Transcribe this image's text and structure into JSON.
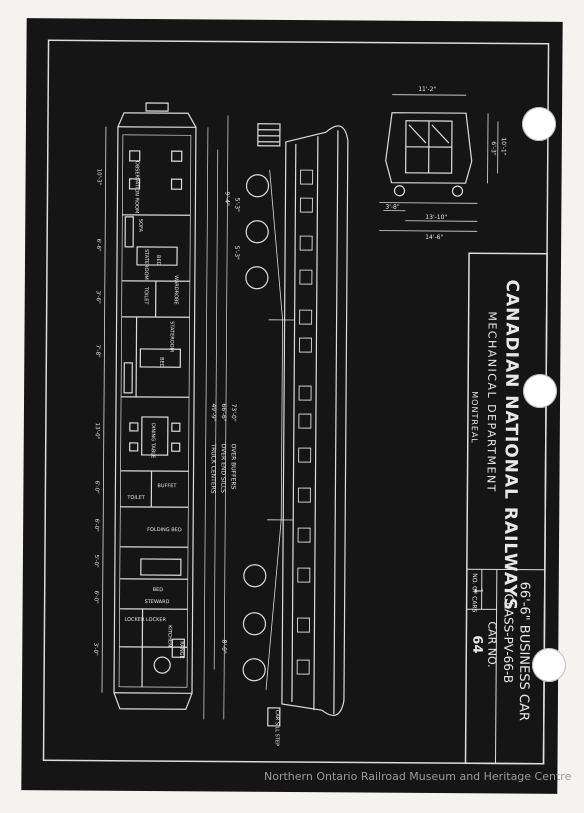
{
  "title_block": {
    "railway": "CANADIAN NATIONAL RAILWAYS",
    "department": "MECHANICAL DEPARTMENT",
    "city": "MONTREAL",
    "car_title": "66'-6\" BUSINESS CAR",
    "car_class": "CLASS-PV-66-B",
    "car_no_label": "CAR NO.",
    "car_no": "64",
    "no_of_cars_label": "NO. OF CARS",
    "no_of_cars": "1"
  },
  "plan_labels": {
    "observation_room": "OBSERVATION ROOM",
    "sofa": "SOFA",
    "stateroom_1": "STATEROOM",
    "bed_1": "BED",
    "wardrobe": "WARDROBE",
    "toilet_1": "TOILET",
    "stateroom_2": "STATEROOM",
    "bed_2": "BED",
    "dining_table": "DINING TABLE",
    "buffet": "BUFFET",
    "toilet_2": "TOILET",
    "folding_bed": "FOLDING BED",
    "bed_3": "BED",
    "steward": "STEWARD",
    "lockers": "LOCKER  LOCKER",
    "kitchen": "KITCHEN",
    "range": "RANGE"
  },
  "dimensions": {
    "plan_stations": [
      "10'-3\"",
      "6'-6\"",
      "3'-6\"",
      "7'-8\"",
      "13'-0\"",
      "6'-0\"",
      "6'-0\"",
      "5'-0\"",
      "6'-0\"",
      "3'-0\""
    ],
    "truck_centers": "49'-9\"",
    "over_end_sills": "66'-6\"",
    "over_buffers": "73'-0\"",
    "truck_centers_label": "TRUCK CENTERS",
    "over_end_sills_label": "OVER END SILLS",
    "over_buffers_label": "OVER BUFFERS",
    "wheelbase_a": "9'-4\"",
    "wheelbase_b": "5'-3\"",
    "wheelbase_c": "5'-3\"",
    "end_overhang": "8'-0\"",
    "step_label": "CAR SILL STEP",
    "end_width_top": "11'-2\"",
    "end_height_a": "6'-3\"",
    "end_height_b": "10'-1\"",
    "end_width_1": "3'-8\"",
    "end_width_2": "13'-10\"",
    "end_width_3": "14'-6\""
  },
  "watermark": "Northern Ontario Railroad Museum and Heritage Centre"
}
